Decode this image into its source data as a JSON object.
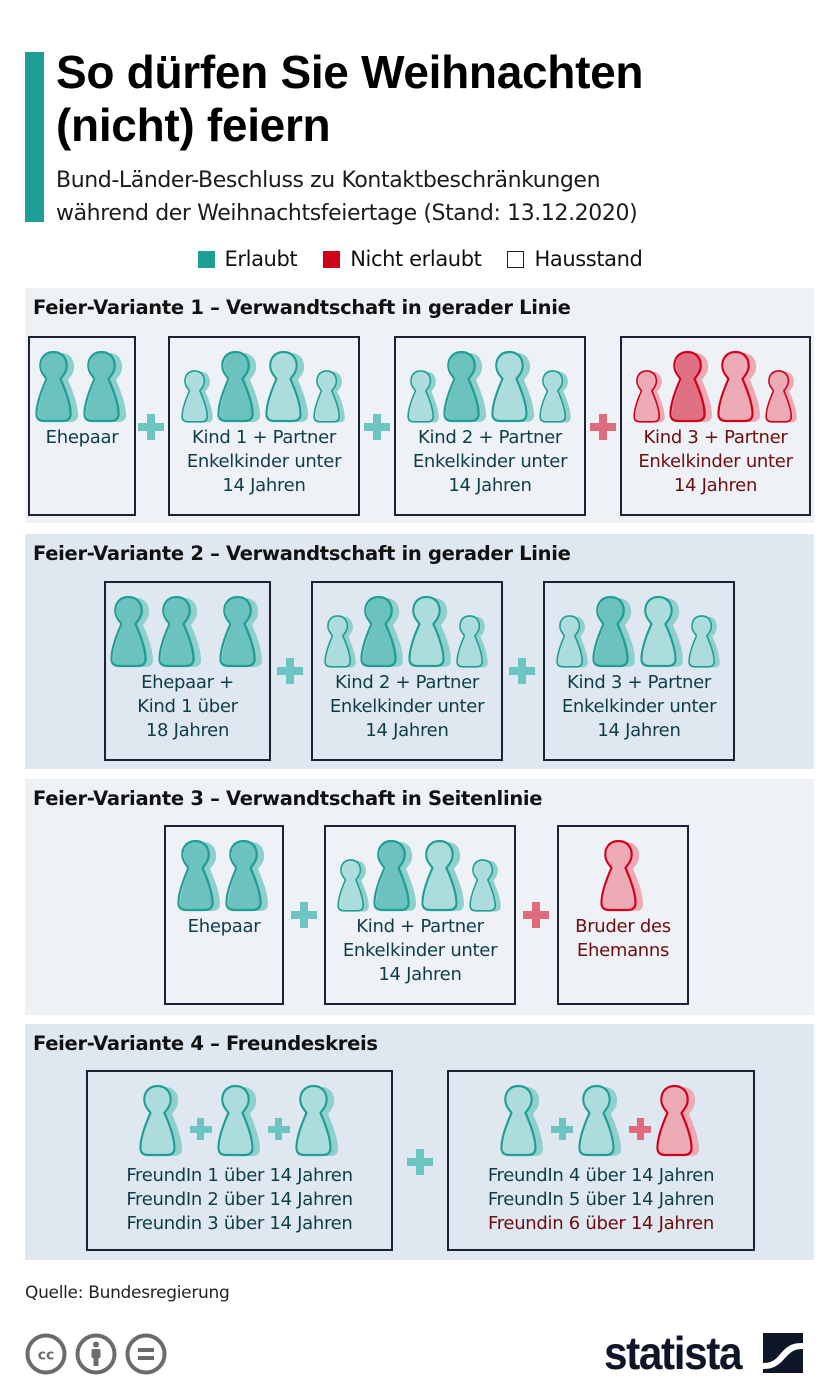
{
  "header": {
    "title_line1": "So dürfen Sie Weihnachten",
    "title_line2": "(nicht) feiern",
    "subtitle_line1": "Bund-Länder-Beschluss zu Kontaktbeschränkungen",
    "subtitle_line2": "während der Weihnachtsfeiertage (Stand: 13.12.2020)"
  },
  "colors": {
    "accent": "#1f9e96",
    "allowed": "#1f9e96",
    "not_allowed": "#d0021b",
    "household_outline": "#1b2233",
    "allowed_text": "#0d3d48",
    "not_allowed_text": "#6e0d0d"
  },
  "legend": [
    {
      "label": "Erlaubt",
      "type": "allowed"
    },
    {
      "label": "Nicht erlaubt",
      "type": "not_allowed"
    },
    {
      "label": "Hausstand",
      "type": "household"
    }
  ],
  "variants": [
    {
      "title": "Feier-Variante 1 – Verwandtschaft in gerader Linie",
      "households": [
        {
          "lines": [
            "Ehepaar"
          ],
          "status": "allowed",
          "members": [
            "adult-dark",
            "adult-dark"
          ]
        },
        {
          "lines": [
            "Kind 1 + Partner",
            "Enkelkinder unter",
            "14 Jahren"
          ],
          "status": "allowed",
          "members": [
            "child",
            "adult-dark",
            "adult-light",
            "child"
          ]
        },
        {
          "lines": [
            "Kind 2 + Partner",
            "Enkelkinder unter",
            "14 Jahren"
          ],
          "status": "allowed",
          "members": [
            "child",
            "adult-dark",
            "adult-light",
            "child"
          ]
        },
        {
          "lines": [
            "Kind 3 + Partner",
            "Enkelkinder unter",
            "14 Jahren"
          ],
          "status": "not_allowed",
          "members": [
            "child",
            "adult-dark",
            "adult-light",
            "child"
          ]
        }
      ],
      "connectors": [
        "allowed",
        "allowed",
        "not_allowed"
      ]
    },
    {
      "title": "Feier-Variante 2 – Verwandtschaft in gerader Linie",
      "households": [
        {
          "lines": [
            "Ehepaar +",
            "Kind 1 über",
            "18 Jahren"
          ],
          "status": "allowed",
          "members": [
            "adult-dark",
            "adult-dark",
            "adult-dark"
          ]
        },
        {
          "lines": [
            "Kind 2 + Partner",
            "Enkelkinder unter",
            "14 Jahren"
          ],
          "status": "allowed",
          "members": [
            "child",
            "adult-dark",
            "adult-light",
            "child"
          ]
        },
        {
          "lines": [
            "Kind 3 + Partner",
            "Enkelkinder unter",
            "14 Jahren"
          ],
          "status": "allowed",
          "members": [
            "child",
            "adult-dark",
            "adult-light",
            "child"
          ]
        }
      ],
      "connectors": [
        "allowed",
        "allowed"
      ]
    },
    {
      "title": "Feier-Variante 3 – Verwandtschaft in Seitenlinie",
      "households": [
        {
          "lines": [
            "Ehepaar"
          ],
          "status": "allowed",
          "members": [
            "adult-dark",
            "adult-dark"
          ]
        },
        {
          "lines": [
            "Kind + Partner",
            "Enkelkinder unter",
            "14 Jahren"
          ],
          "status": "allowed",
          "members": [
            "child",
            "adult-dark",
            "adult-light",
            "child"
          ]
        },
        {
          "lines": [
            "Bruder des",
            "Ehemanns"
          ],
          "status": "not_allowed",
          "members": [
            "adult-light"
          ]
        }
      ],
      "connectors": [
        "allowed",
        "not_allowed"
      ]
    },
    {
      "title": "Feier-Variante 4 – Freundeskreis",
      "households": [
        {
          "lines": [
            "FreundIn 1 über 14 Jahren",
            "FreundIn 2 über 14 Jahren",
            "Freundin 3 über 14 Jahren"
          ],
          "line_status": [
            "allowed",
            "allowed",
            "allowed"
          ],
          "members": [
            "friend:allowed",
            "friend:allowed",
            "friend:allowed"
          ],
          "inner_connectors": [
            "allowed",
            "allowed"
          ]
        },
        {
          "lines": [
            "FreundIn 4 über 14 Jahren",
            "FreundIn 5 über 14 Jahren",
            "Freundin 6 über 14 Jahren"
          ],
          "line_status": [
            "allowed",
            "allowed",
            "not_allowed"
          ],
          "members": [
            "friend:allowed",
            "friend:allowed",
            "friend:not_allowed"
          ],
          "inner_connectors": [
            "allowed",
            "not_allowed"
          ]
        }
      ],
      "connectors": [
        "allowed"
      ]
    }
  ],
  "footer": {
    "source": "Quelle: Bundesregierung",
    "license_icons": [
      "cc-icon",
      "attribution-icon",
      "no-derivatives-icon"
    ],
    "logo_text": "statista"
  }
}
